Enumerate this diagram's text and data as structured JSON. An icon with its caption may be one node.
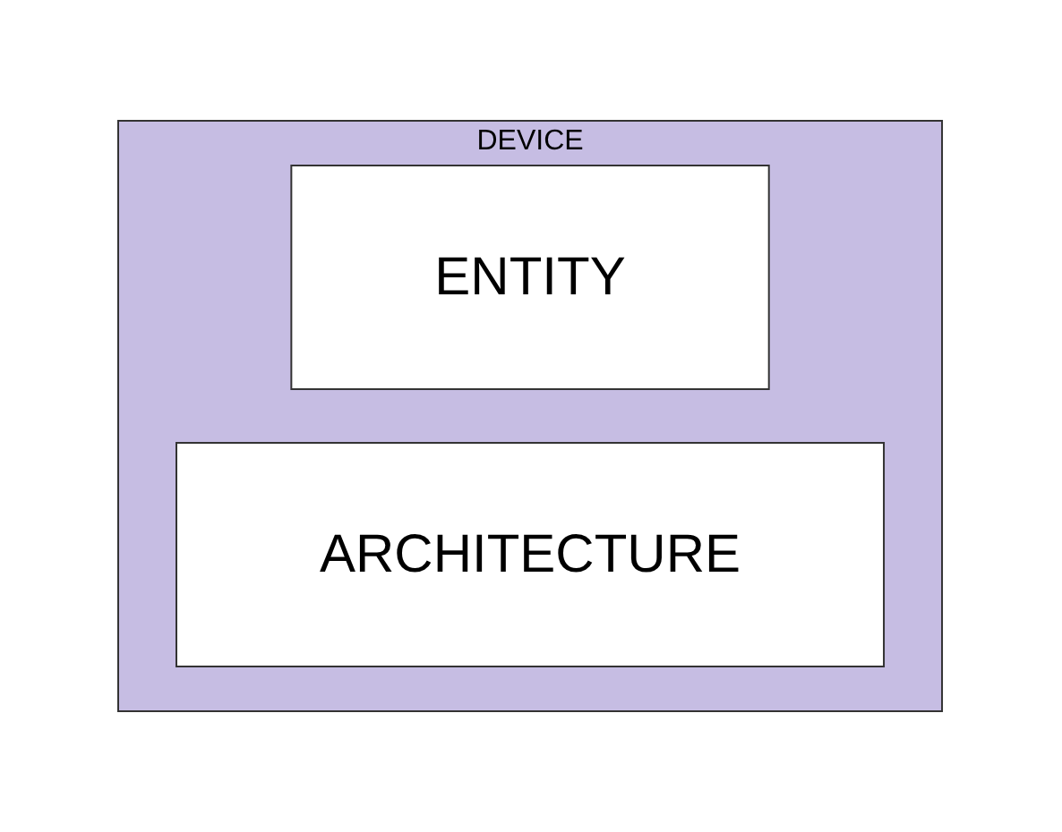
{
  "diagram": {
    "nodes": [
      {
        "text": [
          "DEVICE"
        ]
      },
      {
        "text": [
          "ENTITY"
        ],
        "in": 0
      },
      {
        "text": [
          "ARCHITECTURE"
        ],
        "in": 0
      }
    ]
  }
}
